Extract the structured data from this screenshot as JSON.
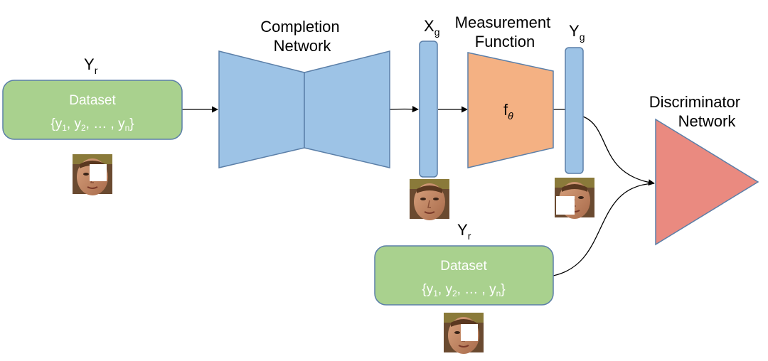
{
  "labels": {
    "yr_top": "Y",
    "yr_top_sub": "r",
    "yr_bottom": "Y",
    "yr_bottom_sub": "r",
    "xg": "X",
    "xg_sub": "g",
    "yg": "Y",
    "yg_sub": "g",
    "completion_line1": "Completion",
    "completion_line2": "Network",
    "measurement_line1": "Measurement",
    "measurement_line2": "Function",
    "discriminator_line1": "Discriminator",
    "discriminator_line2": "Network",
    "f_theta": "f",
    "f_theta_sub": "θ"
  },
  "dataset_top": {
    "title": "Dataset",
    "set_open": "{y",
    "sub1": "1",
    "sep1": ", y",
    "sub2": "2",
    "sep2": ", … , y",
    "subn": "n",
    "set_close": "}"
  },
  "dataset_bottom": {
    "title": "Dataset",
    "set_open": "{y",
    "sub1": "1",
    "sep1": ", y",
    "sub2": "2",
    "sep2": ", … , y",
    "subn": "n",
    "set_close": "}"
  },
  "colors": {
    "dataset_fill": "#a9d18e",
    "network_fill": "#9dc3e6",
    "measurement_fill": "#f4b183",
    "discriminator_fill": "#ea8a80",
    "vector_fill": "#9dc3e6"
  }
}
